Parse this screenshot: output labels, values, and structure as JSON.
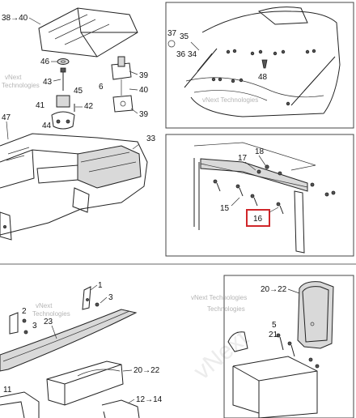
{
  "callouts": {
    "c_38_40": "38→40",
    "c_46": "46",
    "c_43": "43",
    "c_45": "45",
    "c_41": "41",
    "c_42": "42",
    "c_44": "44",
    "c_47": "47",
    "c_39a": "39",
    "c_6": "6",
    "c_40": "40",
    "c_39b": "39",
    "c_33": "33",
    "c_37": "37",
    "c_35": "35",
    "c_36": "36",
    "c_34": "34",
    "c_48": "48",
    "c_18": "18",
    "c_17": "17",
    "c_15": "15",
    "c_16": "16",
    "c_1": "1",
    "c_2": "2",
    "c_3a": "3",
    "c_3b": "3",
    "c_23": "23",
    "c_20_22a": "20→22",
    "c_11": "11",
    "c_12_14": "12→14",
    "c_20_22b": "20→22",
    "c_5": "5",
    "c_21": "21"
  },
  "watermark": {
    "line1": "vNext",
    "line2": "Technologies",
    "line3": "vNext Technologies",
    "large": "vNext"
  },
  "highlight_color": "#d0262a"
}
